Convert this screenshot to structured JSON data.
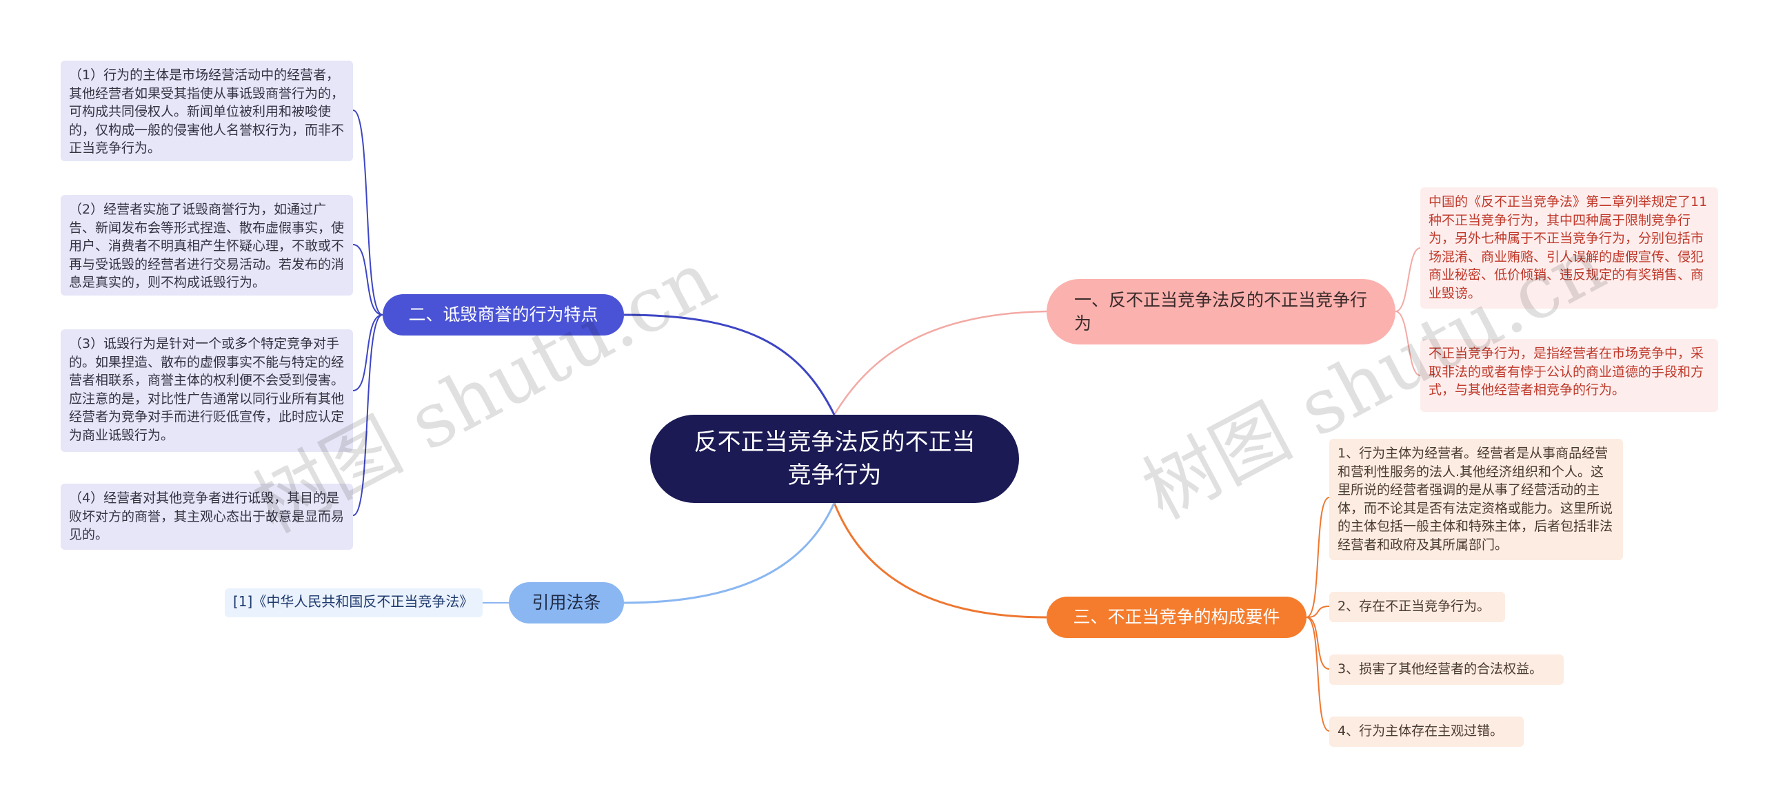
{
  "root": {
    "label": "反不正当竞争法反的不正当竞争行为"
  },
  "branches": {
    "b1": {
      "label": "一、反不正当竞争法反的不正当竞争行为",
      "leaves": [
        "中国的《反不正当竞争法》第二章列举规定了11种不正当竞争行为，其中四种属于限制竞争行为，另外七种属于不正当竞争行为，分别包括市场混淆、商业贿赂、引人误解的虚假宣传、侵犯商业秘密、低价倾销、违反规定的有奖销售、商业毁谤。",
        "不正当竞争行为，是指经营者在市场竞争中，采取非法的或者有悖于公认的商业道德的手段和方式，与其他经营者相竞争的行为。"
      ]
    },
    "b2": {
      "label": "二、诋毁商誉的行为特点",
      "leaves": [
        "（1）行为的主体是市场经营活动中的经营者，其他经营者如果受其指使从事诋毁商誉行为的，可构成共同侵权人。新闻单位被利用和被唆使的，仅构成一般的侵害他人名誉权行为，而非不正当竞争行为。",
        "（2）经营者实施了诋毁商誉行为，如通过广告、新闻发布会等形式捏造、散布虚假事实，使用户、消费者不明真相产生怀疑心理，不敢或不再与受诋毁的经营者进行交易活动。若发布的消息是真实的，则不构成诋毁行为。",
        "（3）诋毁行为是针对一个或多个特定竞争对手的。如果捏造、散布的虚假事实不能与特定的经营者相联系，商誉主体的权利便不会受到侵害。应注意的是，对比性广告通常以同行业所有其他经营者为竞争对手而进行贬低宣传，此时应认定为商业诋毁行为。",
        "（4）经营者对其他竞争者进行诋毁，其目的是败坏对方的商誉，其主观心态出于故意是显而易见的。"
      ]
    },
    "b3": {
      "label": "三、不正当竞争的构成要件",
      "leaves": [
        "1、行为主体为经营者。经营者是从事商品经营和营利性服务的法人.其他经济组织和个人。这里所说的经营者强调的是从事了经营活动的主体，而不论其是否有法定资格或能力。这里所说的主体包括一般主体和特殊主体，后者包括非法经营者和政府及其所属部门。",
        "2、存在不正当竞争行为。",
        "3、损害了其他经营者的合法权益。",
        "4、行为主体存在主观过错。"
      ]
    },
    "b4": {
      "label": "引用法条",
      "leaves": [
        "[1]《中华人民共和国反不正当竞争法》"
      ]
    }
  },
  "watermarks": [
    "树图 shutu.cn",
    "树图 shutu.cn"
  ],
  "colors": {
    "root": "#1b1a55",
    "b1": "#fbb1ae",
    "b2": "#4a53d6",
    "b3": "#f57c2c",
    "b4": "#8ab7f2"
  }
}
